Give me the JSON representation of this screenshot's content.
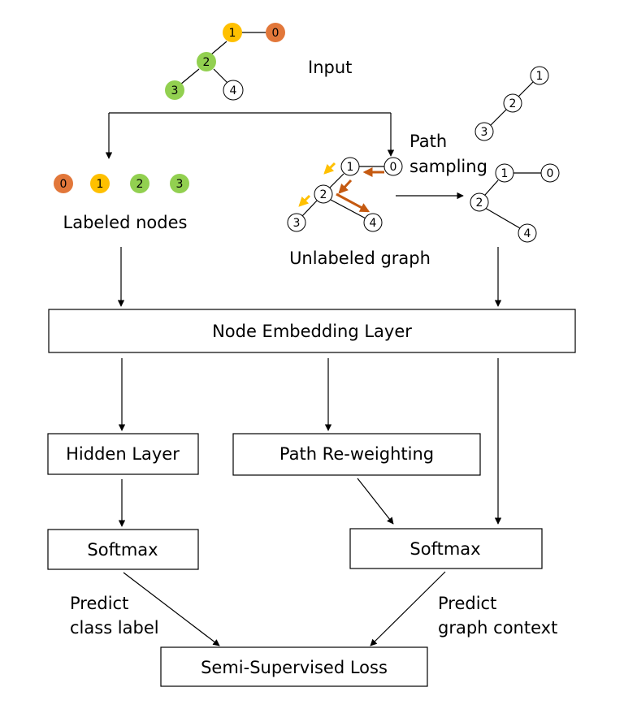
{
  "colors": {
    "orange": "#e2773a",
    "yellow": "#ffc000",
    "green": "#92d050",
    "dark_orange_arrow": "#c55a11",
    "yellow_arrow": "#ffc000",
    "white": "#ffffff"
  },
  "input_graph": {
    "label": "Input",
    "nodes": [
      {
        "id": "1",
        "color": "yellow"
      },
      {
        "id": "0",
        "color": "orange"
      },
      {
        "id": "2",
        "color": "green"
      },
      {
        "id": "3",
        "color": "green"
      },
      {
        "id": "4",
        "color": "white"
      }
    ]
  },
  "labeled_nodes": {
    "label": "Labeled nodes",
    "nodes": [
      {
        "id": "0",
        "color": "orange"
      },
      {
        "id": "1",
        "color": "yellow"
      },
      {
        "id": "2",
        "color": "green"
      },
      {
        "id": "3",
        "color": "green"
      }
    ]
  },
  "unlabeled_graph": {
    "label": "Unlabeled graph",
    "nodes": [
      "1",
      "0",
      "2",
      "3",
      "4"
    ]
  },
  "path_sampling": {
    "label_line1": "Path",
    "label_line2": "sampling",
    "path_a_nodes": [
      "1",
      "2",
      "3"
    ],
    "path_b_nodes": [
      "1",
      "0",
      "2",
      "4"
    ]
  },
  "boxes": {
    "node_embedding": "Node Embedding Layer",
    "hidden_layer": "Hidden Layer",
    "path_reweighting": "Path Re-weighting",
    "softmax_left": "Softmax",
    "softmax_right": "Softmax",
    "loss": "Semi-Supervised Loss"
  },
  "annotations": {
    "predict_class_line1": "Predict",
    "predict_class_line2": "class label",
    "predict_context_line1": "Predict",
    "predict_context_line2": "graph context"
  }
}
